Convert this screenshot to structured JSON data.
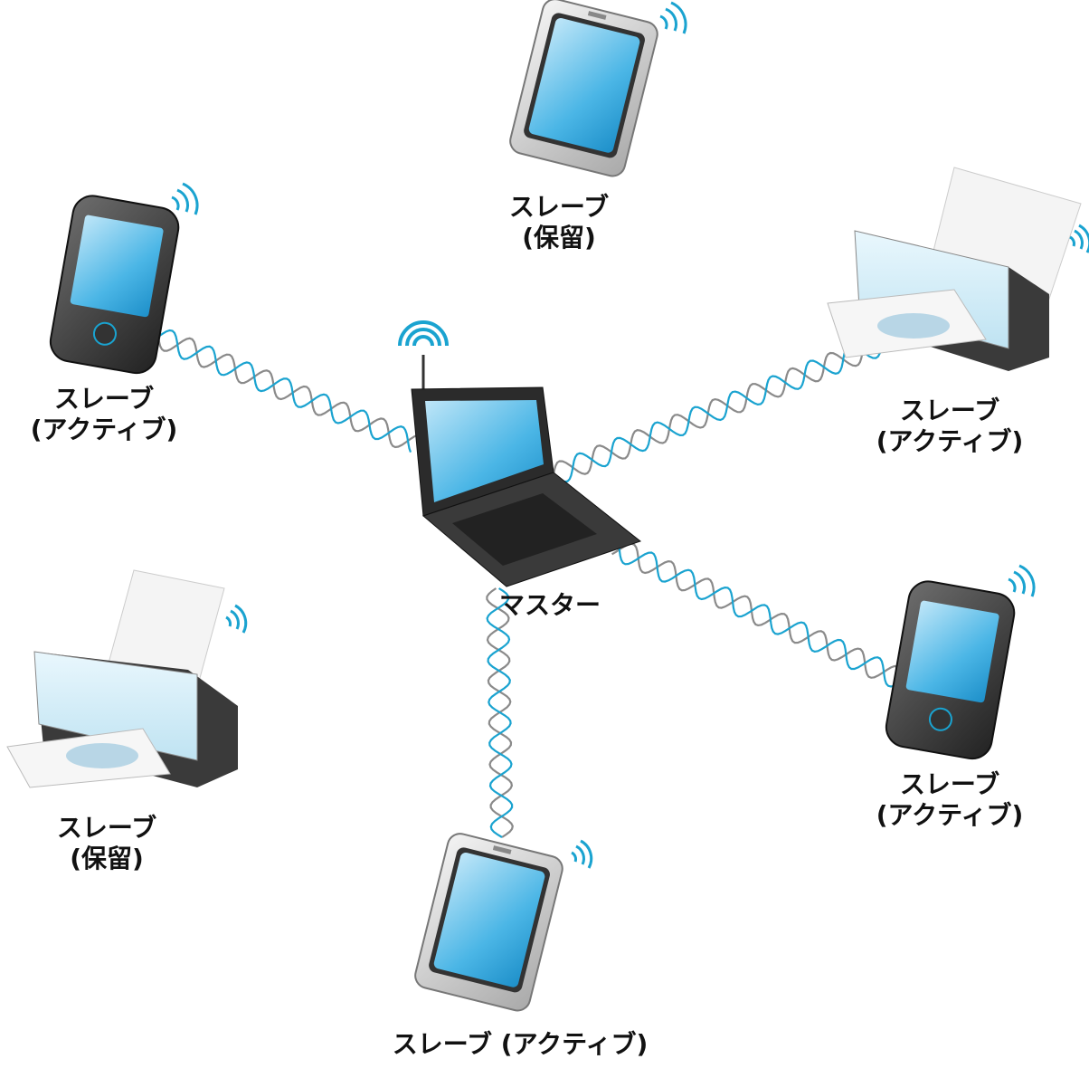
{
  "master": {
    "label": "マスター"
  },
  "devices": [
    {
      "id": "tablet-top",
      "kind": "tablet",
      "role": "スレーブ",
      "status": "(保留)",
      "connected": false
    },
    {
      "id": "phone-left",
      "kind": "phone",
      "role": "スレーブ",
      "status": "(アクティブ)",
      "connected": true
    },
    {
      "id": "printer-right",
      "kind": "printer",
      "role": "スレーブ",
      "status": "(アクティブ)",
      "connected": true
    },
    {
      "id": "printer-left",
      "kind": "printer",
      "role": "スレーブ",
      "status": "(保留)",
      "connected": false
    },
    {
      "id": "phone-right",
      "kind": "phone",
      "role": "スレーブ",
      "status": "(アクティブ)",
      "connected": true
    },
    {
      "id": "tablet-bottom",
      "kind": "tablet",
      "text": "スレーブ (アクティブ)",
      "connected": true
    }
  ],
  "colors": {
    "link_a": "#1aa3d0",
    "link_b": "#8a8a8a",
    "screen": "#3fb0e3",
    "body_dark": "#3a3a3a",
    "body_light": "#d8d8d8"
  }
}
